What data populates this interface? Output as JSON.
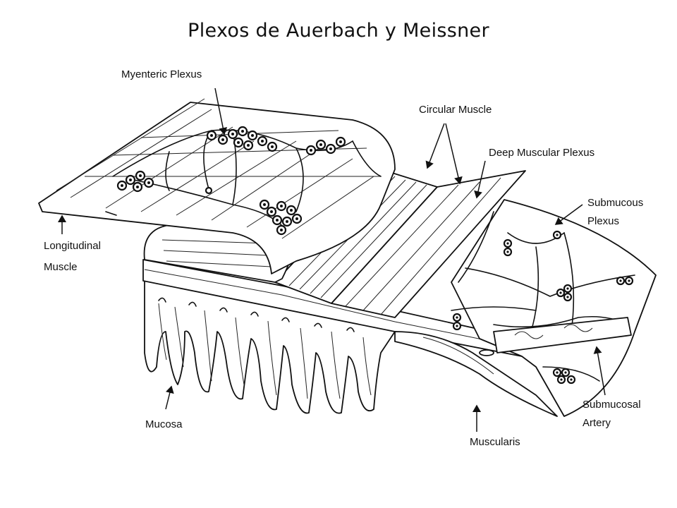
{
  "title": "Plexos de Auerbach y Meissner",
  "labels": {
    "myenteric": "Myenteric Plexus",
    "circular": "Circular Muscle",
    "deep": "Deep Muscular Plexus",
    "submucous_1": "Submucous",
    "submucous_2": "Plexus",
    "longitudinal_1": "Longitudinal",
    "longitudinal_2": "Muscle",
    "mucosa": "Mucosa",
    "submucosal_1": "Submucosal",
    "submucosal_2": "Artery",
    "muscularis": "Muscularis"
  }
}
